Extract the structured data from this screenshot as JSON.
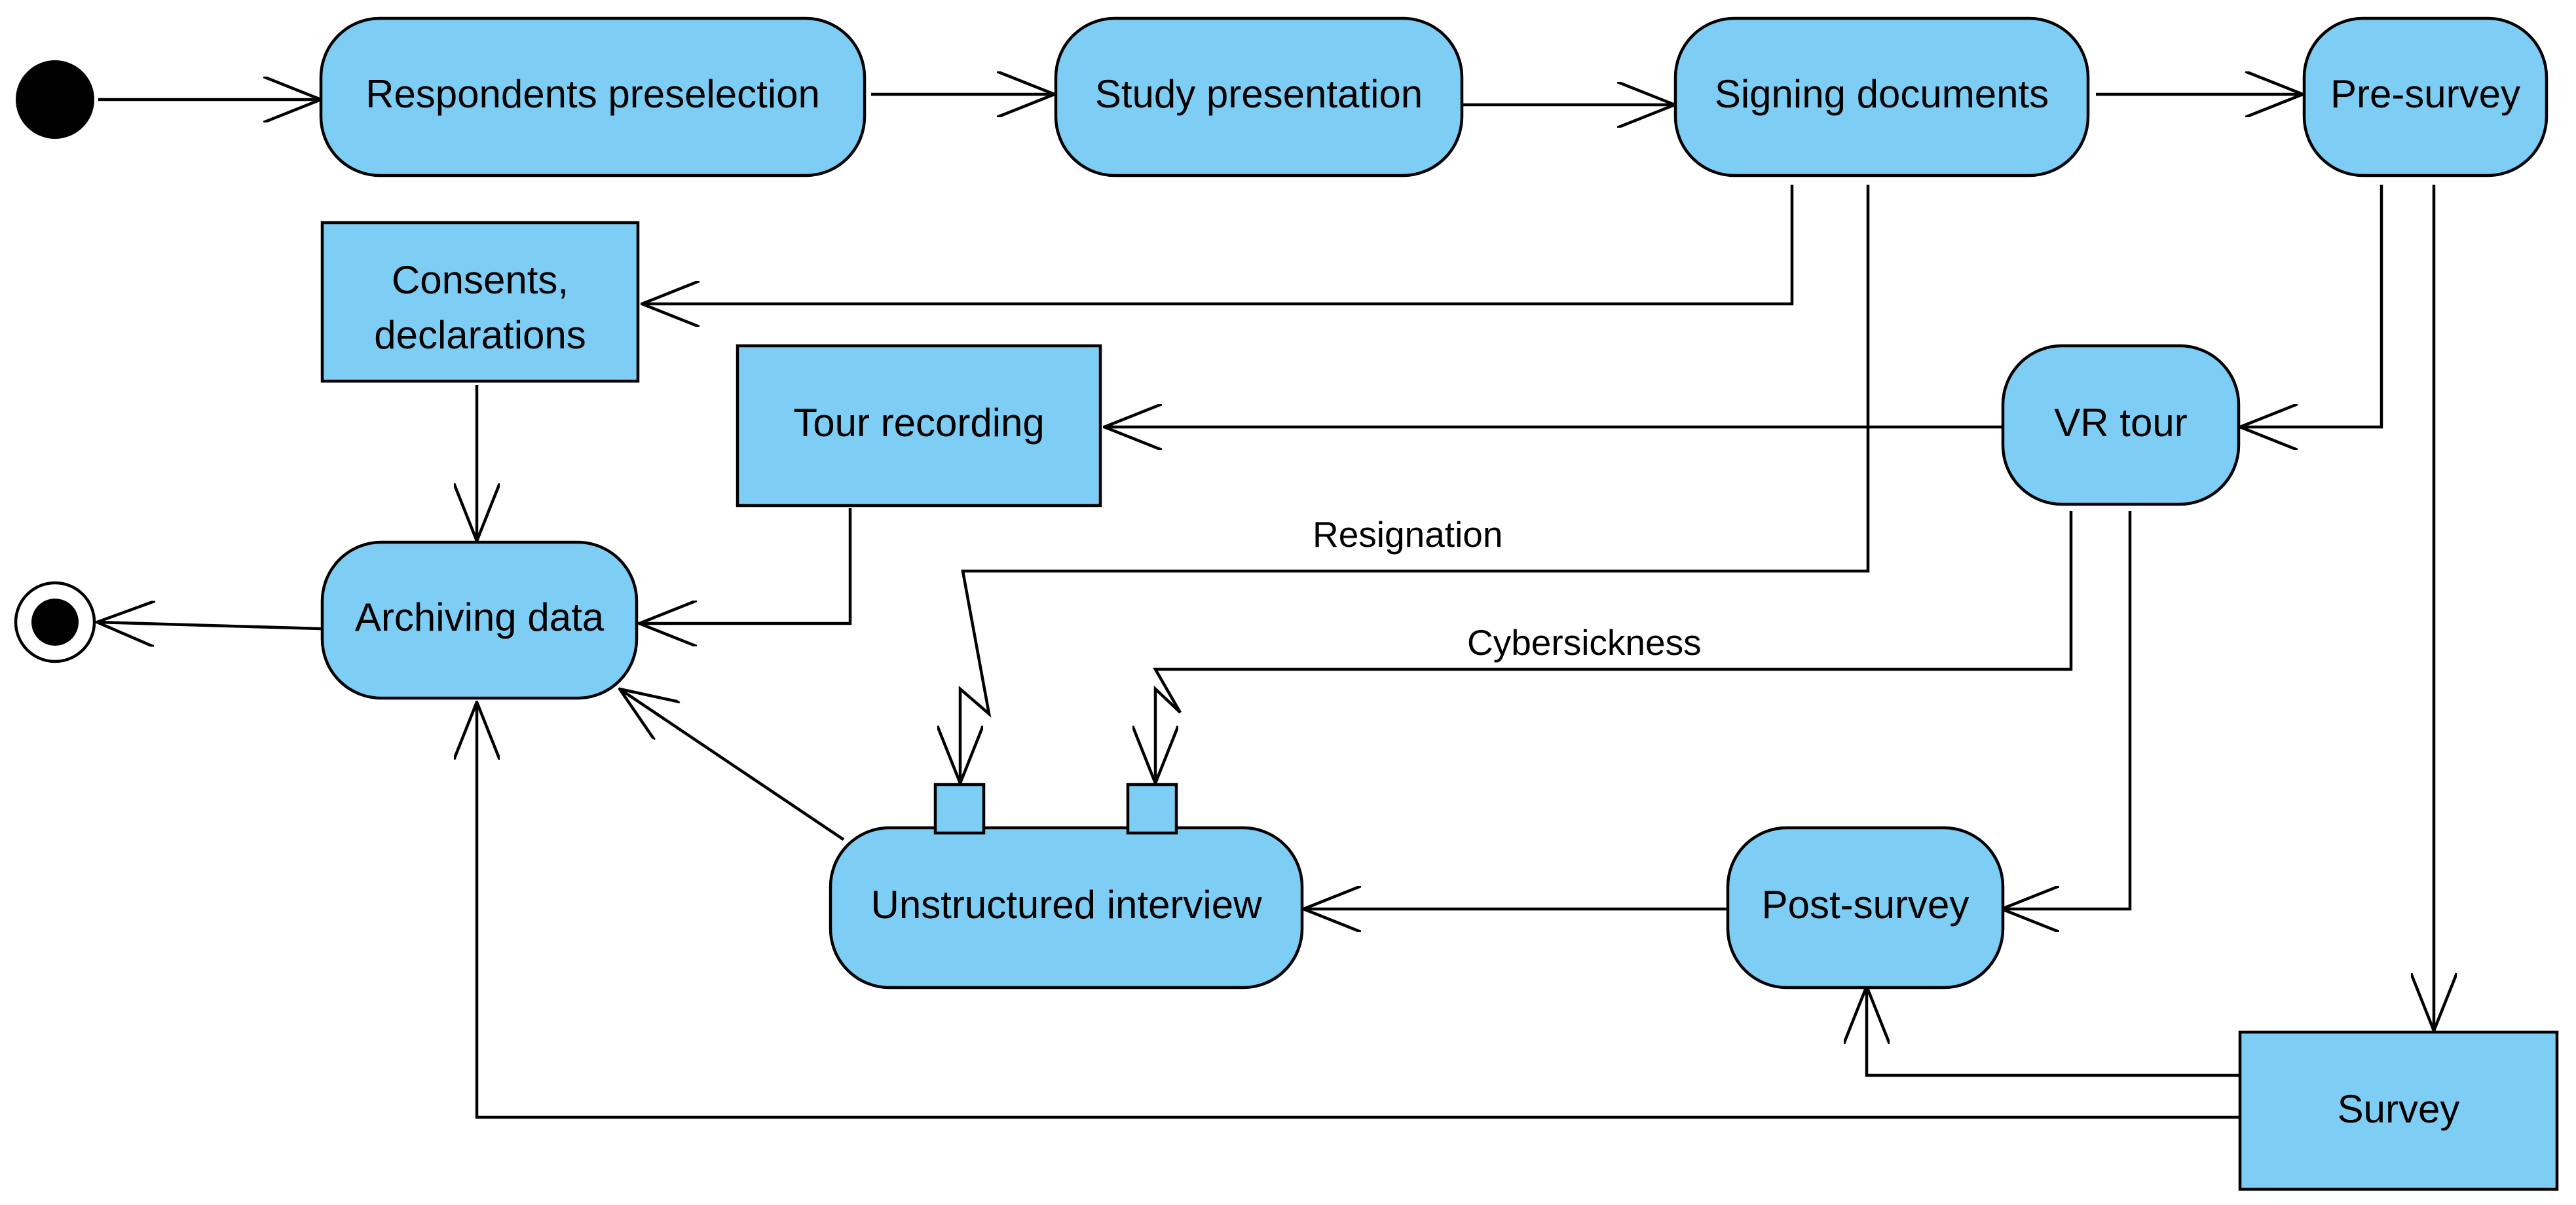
{
  "diagram": {
    "type": "UML activity diagram",
    "colors": {
      "node_fill": "#7dcdf4",
      "stroke": "#000000",
      "start": "#000000"
    },
    "start_node": {
      "id": "start"
    },
    "end_node": {
      "id": "end"
    },
    "actions": [
      {
        "id": "respondents_preselection",
        "label": "Respondents preselection"
      },
      {
        "id": "study_presentation",
        "label": "Study presentation"
      },
      {
        "id": "signing_documents",
        "label": "Signing documents"
      },
      {
        "id": "pre_survey",
        "label": "Pre-survey"
      },
      {
        "id": "vr_tour",
        "label": "VR tour"
      },
      {
        "id": "archiving_data",
        "label": "Archiving data"
      },
      {
        "id": "unstructured_interview",
        "label": "Unstructured interview"
      },
      {
        "id": "post_survey",
        "label": "Post-survey"
      }
    ],
    "objects": [
      {
        "id": "consents",
        "label_lines": [
          "Consents,",
          "declarations"
        ]
      },
      {
        "id": "tour_recording",
        "label": "Tour recording"
      },
      {
        "id": "survey",
        "label": "Survey"
      }
    ],
    "edges": [
      {
        "from": "start",
        "to": "respondents_preselection"
      },
      {
        "from": "respondents_preselection",
        "to": "study_presentation"
      },
      {
        "from": "study_presentation",
        "to": "signing_documents"
      },
      {
        "from": "signing_documents",
        "to": "pre_survey"
      },
      {
        "from": "signing_documents",
        "to": "consents"
      },
      {
        "from": "consents",
        "to": "archiving_data"
      },
      {
        "from": "pre_survey",
        "to": "vr_tour"
      },
      {
        "from": "pre_survey",
        "to": "survey"
      },
      {
        "from": "vr_tour",
        "to": "tour_recording"
      },
      {
        "from": "tour_recording",
        "to": "archiving_data"
      },
      {
        "from": "signing_documents",
        "to": "unstructured_interview",
        "label": "Resignation"
      },
      {
        "from": "vr_tour",
        "to": "unstructured_interview",
        "label": "Cybersickness"
      },
      {
        "from": "vr_tour",
        "to": "post_survey"
      },
      {
        "from": "post_survey",
        "to": "unstructured_interview"
      },
      {
        "from": "survey",
        "to": "post_survey"
      },
      {
        "from": "survey",
        "to": "archiving_data"
      },
      {
        "from": "unstructured_interview",
        "to": "archiving_data"
      },
      {
        "from": "archiving_data",
        "to": "end"
      }
    ]
  }
}
